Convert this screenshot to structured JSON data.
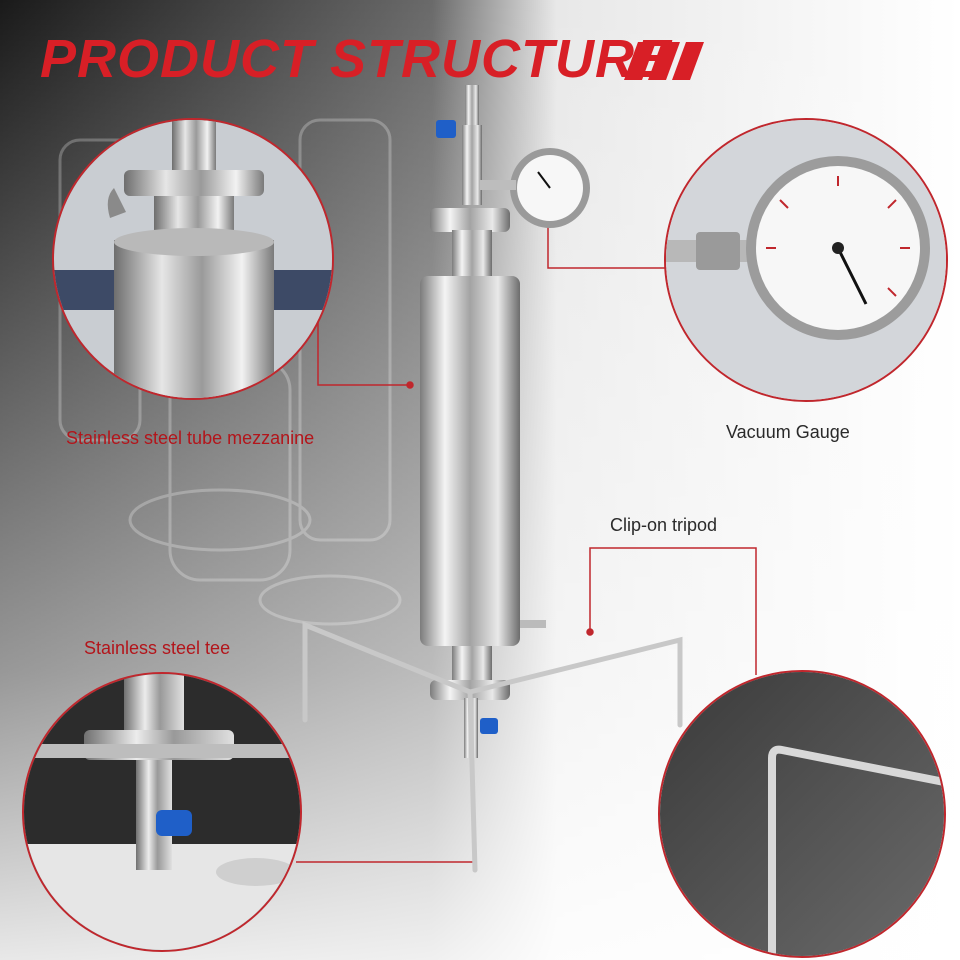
{
  "header": {
    "title": "PRODUCT STRUCTURE"
  },
  "labels": {
    "tube": "Stainless steel tube mezzanine",
    "gauge": "Vacuum Gauge",
    "tripod": "Clip-on tripod",
    "tee": "Stainless steel tee"
  },
  "colors": {
    "accent": "#d81f26",
    "label_red": "#b3151b",
    "label_dark": "#2a2a2a"
  }
}
